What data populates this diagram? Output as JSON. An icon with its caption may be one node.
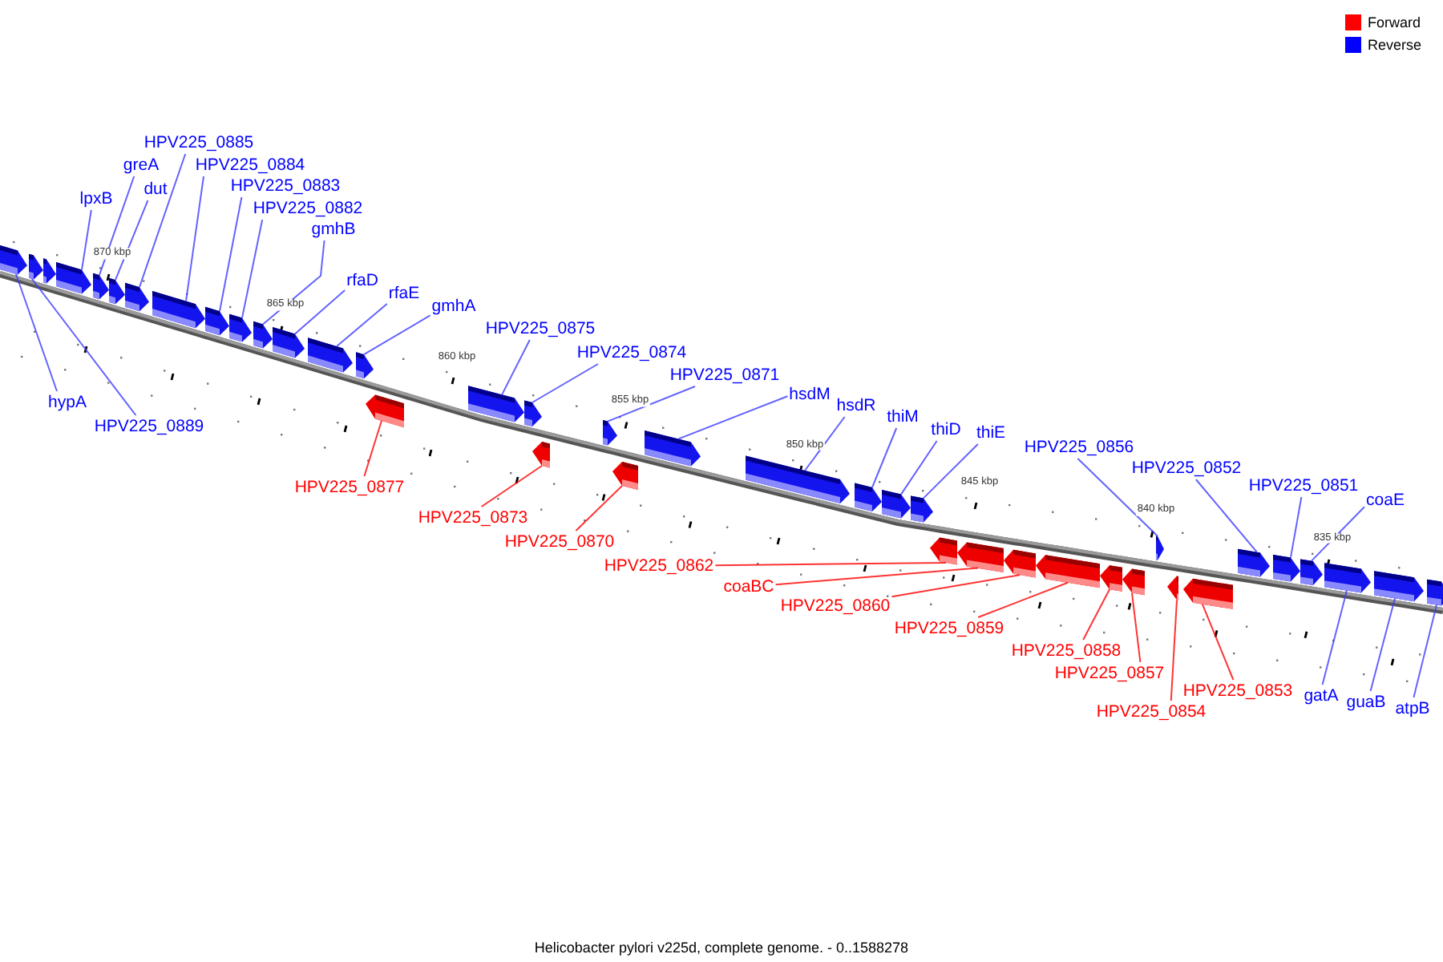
{
  "diagram": {
    "caption": "Helicobacter pylori v225d, complete genome. - 0..1588278",
    "nodes": [
      {
        "text": [
          "HPV225_0885"
        ]
      },
      {
        "text": [
          "greA"
        ]
      },
      {
        "text": [
          "HPV225_0884"
        ]
      },
      {
        "text": [
          "HPV225_0883"
        ]
      },
      {
        "text": [
          "lpxB"
        ]
      },
      {
        "text": [
          "dut"
        ]
      },
      {
        "text": [
          "HPV225_0882"
        ]
      },
      {
        "text": [
          "gmhB"
        ]
      },
      {
        "text": [
          "rfaD"
        ]
      },
      {
        "text": [
          "rfaE"
        ]
      },
      {
        "text": [
          "gmhA"
        ]
      },
      {
        "text": [
          "HPV225_0875"
        ]
      },
      {
        "text": [
          "HPV225_0874"
        ]
      },
      {
        "text": [
          "HPV225_0871"
        ]
      },
      {
        "text": [
          "hsdM"
        ]
      },
      {
        "text": [
          "hsdR"
        ]
      },
      {
        "text": [
          "thiM"
        ]
      },
      {
        "text": [
          "thiD"
        ]
      },
      {
        "text": [
          "thiE"
        ]
      },
      {
        "text": [
          "hypA"
        ]
      },
      {
        "text": [
          "HPV225_0889"
        ]
      },
      {
        "text": [
          "HPV225_0856"
        ]
      },
      {
        "text": [
          "HPV225_0852"
        ]
      },
      {
        "text": [
          "HPV225_0877"
        ]
      },
      {
        "text": [
          "HPV225_0851"
        ]
      },
      {
        "text": [
          "coaE"
        ]
      },
      {
        "text": [
          "HPV225_0873"
        ]
      },
      {
        "text": [
          "HPV225_0870"
        ]
      },
      {
        "text": [
          "HPV225_0862"
        ]
      },
      {
        "text": [
          "coaBC"
        ]
      },
      {
        "text": [
          "HPV225_0860"
        ]
      },
      {
        "text": [
          "HPV225_0859"
        ]
      },
      {
        "text": [
          "HPV225_0858"
        ]
      },
      {
        "text": [
          "HPV225_0857"
        ]
      },
      {
        "text": [
          "HPV225_0853"
        ]
      },
      {
        "text": [
          "gatA"
        ]
      },
      {
        "text": [
          "guaB"
        ]
      },
      {
        "text": [
          "atpB"
        ]
      },
      {
        "text": [
          "HPV225_0854"
        ]
      },
      {
        "text": [],
        "shape": "bar"
      },
      {
        "text": [],
        "shape": "bar"
      },
      {
        "text": [],
        "shape": "bar"
      },
      {
        "text": [],
        "shape": "bar"
      },
      {
        "text": [],
        "shape": "bar"
      },
      {
        "text": [],
        "shape": "bar"
      },
      {
        "text": [],
        "shape": "bar"
      },
      {
        "text": [],
        "shape": "bar"
      },
      {
        "text": [],
        "shape": "bar"
      },
      {
        "text": [],
        "shape": "bar"
      },
      {
        "text": [],
        "shape": "bar"
      },
      {
        "text": [],
        "shape": "bar"
      },
      {
        "text": [],
        "shape": "bar"
      },
      {
        "text": [],
        "shape": "bar"
      },
      {
        "text": [],
        "shape": "bar"
      },
      {
        "text": [],
        "shape": "bar"
      },
      {
        "text": [],
        "shape": "bar"
      },
      {
        "text": [],
        "shape": "bar"
      },
      {
        "text": [],
        "shape": "bar"
      },
      {
        "text": [],
        "shape": "bar"
      },
      {
        "text": [],
        "shape": "bar"
      },
      {
        "text": [],
        "shape": "bar"
      },
      {
        "text": [],
        "shape": "bar"
      },
      {
        "text": [],
        "shape": "bar"
      },
      {
        "text": [],
        "shape": "bar"
      },
      {
        "text": [],
        "shape": "bar"
      },
      {
        "text": [],
        "shape": "bar"
      },
      {
        "text": [],
        "shape": "bar"
      },
      {
        "text": [],
        "shape": "bar"
      },
      {
        "text": [],
        "shape": "bar"
      },
      {
        "text": [],
        "shape": "bar"
      },
      {
        "text": [],
        "shape": "bar"
      },
      {
        "text": [],
        "shape": "bar"
      },
      {
        "text": [],
        "shape": "bar"
      },
      {
        "text": [],
        "shape": "bar"
      },
      {
        "text": [],
        "shape": "bar"
      },
      {
        "text": [],
        "shape": "bar"
      },
      {
        "text": [],
        "shape": "bar"
      },
      {
        "text": [],
        "shape": "bar"
      },
      {
        "text": [],
        "shape": "bar"
      }
    ],
    "edges": [
      {
        "from": 0,
        "to": 45,
        "arrow": "none"
      },
      {
        "from": 1,
        "to": 43,
        "arrow": "none"
      },
      {
        "from": 2,
        "to": 46,
        "arrow": "none"
      },
      {
        "from": 3,
        "to": 47,
        "arrow": "none"
      },
      {
        "from": 4,
        "to": 42,
        "arrow": "none"
      },
      {
        "from": 5,
        "to": 44,
        "arrow": "none"
      },
      {
        "from": 6,
        "to": 48,
        "arrow": "none"
      },
      {
        "from": 7,
        "to": 49,
        "arrow": "none"
      },
      {
        "from": 8,
        "to": 50,
        "arrow": "none"
      },
      {
        "from": 9,
        "to": 51,
        "arrow": "none"
      },
      {
        "from": 10,
        "to": 52,
        "arrow": "none"
      },
      {
        "from": 11,
        "to": 54,
        "arrow": "none"
      },
      {
        "from": 12,
        "to": 55,
        "arrow": "none"
      },
      {
        "from": 13,
        "to": 57,
        "arrow": "none"
      },
      {
        "from": 14,
        "to": 59,
        "arrow": "none"
      },
      {
        "from": 15,
        "to": 60,
        "arrow": "none"
      },
      {
        "from": 16,
        "to": 61,
        "arrow": "none"
      },
      {
        "from": 17,
        "to": 62,
        "arrow": "none"
      },
      {
        "from": 18,
        "to": 63,
        "arrow": "none"
      },
      {
        "from": 19,
        "to": 39,
        "arrow": "none"
      },
      {
        "from": 20,
        "to": 40,
        "arrow": "none"
      },
      {
        "from": 21,
        "to": 70,
        "arrow": "none"
      },
      {
        "from": 22,
        "to": 73,
        "arrow": "none"
      },
      {
        "from": 23,
        "to": 53,
        "arrow": "none",
        "color": "#ff0000"
      },
      {
        "from": 24,
        "to": 74,
        "arrow": "none"
      },
      {
        "from": 25,
        "to": 75,
        "arrow": "none"
      },
      {
        "from": 26,
        "to": 56,
        "arrow": "none",
        "color": "#ff0000"
      },
      {
        "from": 27,
        "to": 58,
        "arrow": "none",
        "color": "#ff0000"
      },
      {
        "from": 28,
        "to": 64,
        "arrow": "none",
        "color": "#ff0000"
      },
      {
        "from": 29,
        "to": 65,
        "arrow": "none",
        "color": "#ff0000"
      },
      {
        "from": 30,
        "to": 66,
        "arrow": "none",
        "color": "#ff0000"
      },
      {
        "from": 31,
        "to": 67,
        "arrow": "none",
        "color": "#ff0000"
      },
      {
        "from": 32,
        "to": 68,
        "arrow": "none",
        "color": "#ff0000"
      },
      {
        "from": 33,
        "to": 69,
        "arrow": "none",
        "color": "#ff0000"
      },
      {
        "from": 34,
        "to": 72,
        "arrow": "none",
        "color": "#ff0000"
      },
      {
        "from": 35,
        "to": 76,
        "arrow": "none"
      },
      {
        "from": 36,
        "to": 77,
        "arrow": "none"
      },
      {
        "from": 37,
        "to": 78,
        "arrow": "none"
      },
      {
        "from": 38,
        "to": 71,
        "arrow": "none",
        "color": "#ff0000"
      }
    ],
    "labels": [
      "870 kbp",
      "865 kbp",
      "860 kbp",
      "855 kbp",
      "850 kbp",
      "845 kbp",
      "840 kbp",
      "835 kbp"
    ],
    "legend": [
      {
        "text": "Forward",
        "color": "#ff0000"
      },
      {
        "text": "Reverse",
        "color": "#0000ff"
      }
    ]
  }
}
